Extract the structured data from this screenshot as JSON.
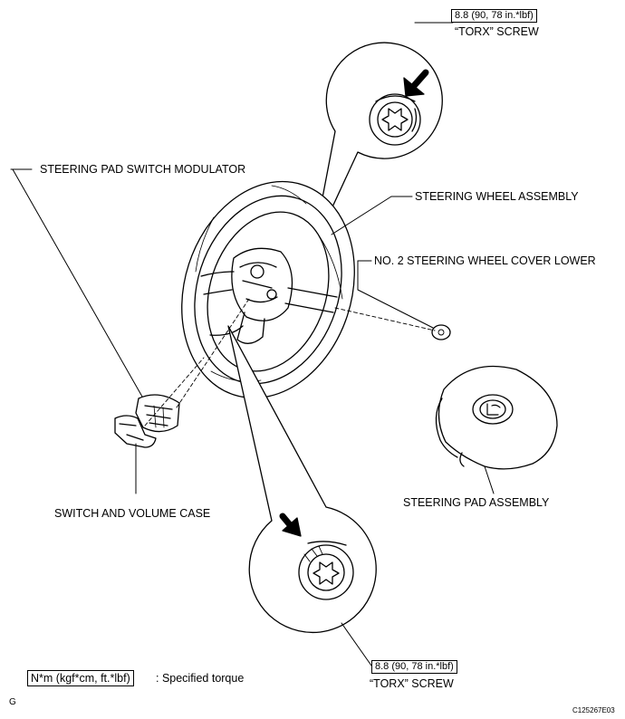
{
  "labels": {
    "modulator": "STEERING PAD SWITCH MODULATOR",
    "wheel_assembly": "STEERING WHEEL ASSEMBLY",
    "cover_lower": "NO. 2 STEERING WHEEL COVER LOWER",
    "volume_case": "SWITCH AND VOLUME CASE",
    "pad_assembly": "STEERING PAD ASSEMBLY"
  },
  "top_callout": {
    "torque": "8.8 (90, 78 in.*lbf)",
    "screw": "“TORX” SCREW"
  },
  "bottom_callout": {
    "torque": "8.8 (90, 78 in.*lbf)",
    "screw": "“TORX” SCREW"
  },
  "legend": {
    "unit_box": "N*m (kgf*cm, ft.*lbf)",
    "meaning": ": Specified torque"
  },
  "footer": {
    "left_mark": "G",
    "figure_id": "C125267E03"
  }
}
